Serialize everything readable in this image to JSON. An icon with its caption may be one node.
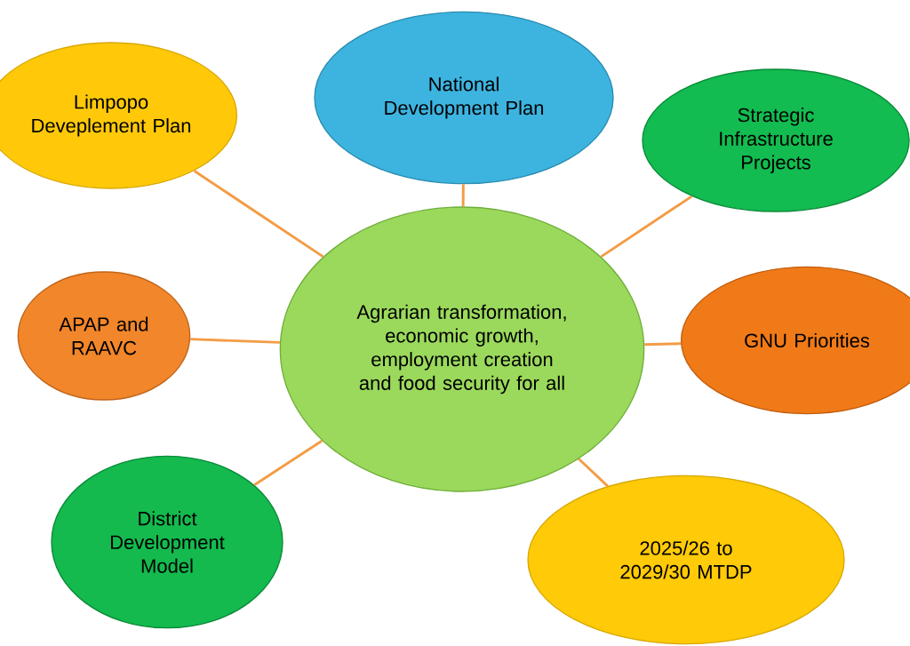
{
  "diagram": {
    "nodes": [
      {
        "text": [
          "Limpopo Deveplement Plan"
        ]
      },
      {
        "text": [
          "National Development Plan"
        ]
      },
      {
        "text": [
          "Strategic Infrastructure Projects"
        ]
      },
      {
        "text": [
          "APAP and RAAVC"
        ]
      },
      {
        "text": [
          "Agrarian transformation, economic growth, employment creation and food security for all"
        ]
      },
      {
        "text": [
          "GNU Priorities"
        ]
      },
      {
        "text": [
          "District Development Model"
        ]
      },
      {
        "text": [
          "2025/26 to 2029/30 MTDP"
        ]
      }
    ],
    "edges": [
      {
        "from": 4,
        "to": 0,
        "arrow": "none"
      },
      {
        "from": 4,
        "to": 1,
        "arrow": "none"
      },
      {
        "from": 4,
        "to": 2,
        "arrow": "none"
      },
      {
        "from": 4,
        "to": 3,
        "arrow": "none"
      },
      {
        "from": 4,
        "to": 5,
        "arrow": "none"
      },
      {
        "from": 4,
        "to": 6,
        "arrow": "none"
      },
      {
        "from": 4,
        "to": 7,
        "arrow": "none"
      }
    ]
  }
}
